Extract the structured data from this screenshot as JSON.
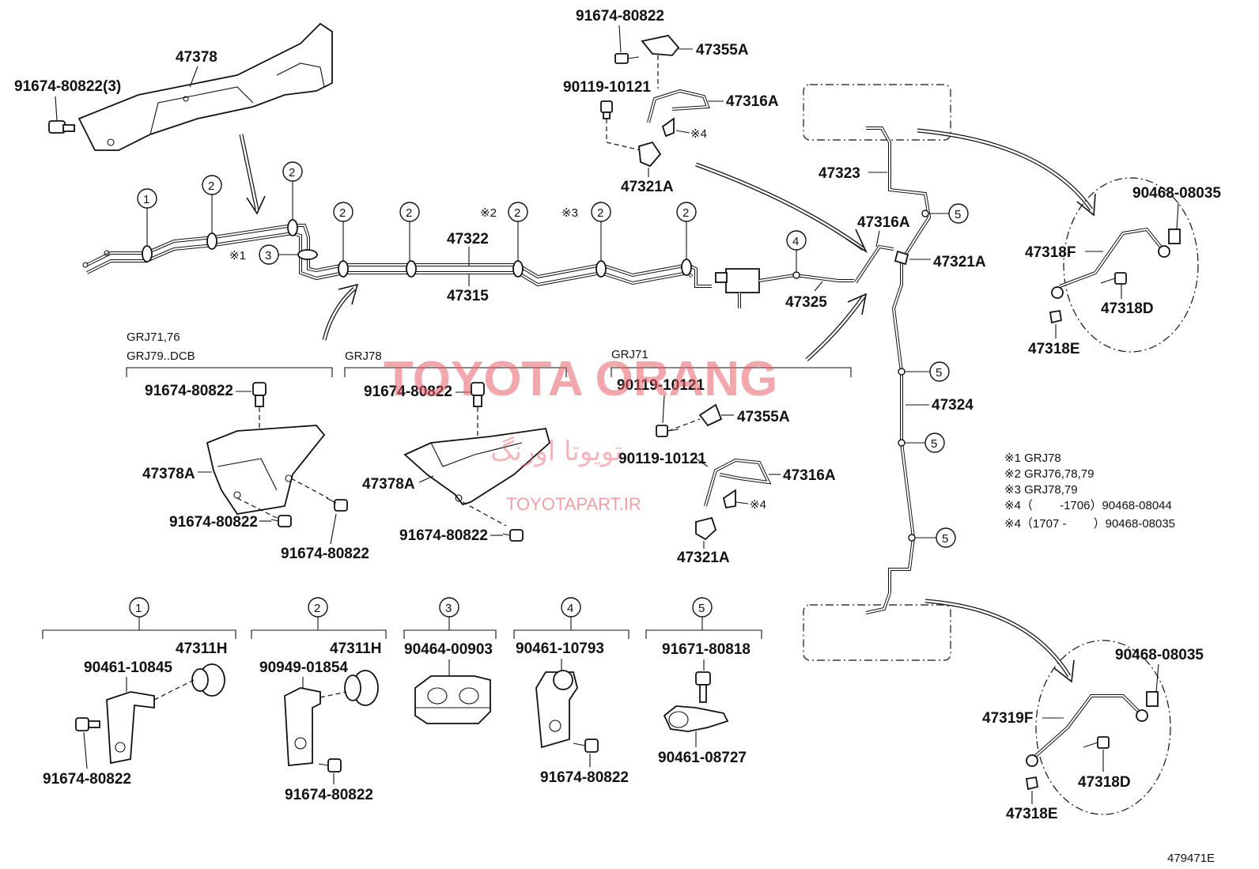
{
  "labels": {
    "l47378": "47378",
    "bolt_top3": "91674-80822(3)",
    "l91674_top": "91674-80822",
    "l47355A_top": "47355A",
    "l90119_top": "90119-10121",
    "l47316A_top": "47316A",
    "note4_top": "※4",
    "l47321A_top": "47321A",
    "l47322": "47322",
    "l47315": "47315",
    "note1": "※1",
    "note2": "※2",
    "note3": "※3",
    "l47323": "47323",
    "l47316A_mid": "47316A",
    "l47321A_mid": "47321A",
    "l47325": "47325",
    "l47324": "47324",
    "l90468_08035_a": "90468-08035",
    "l47318F": "47318F",
    "l47318D_a": "47318D",
    "l47318E_a": "47318E",
    "l90468_08035_b": "90468-08035",
    "l47319F": "47319F",
    "l47318D_b": "47318D",
    "l47318E_b": "47318E",
    "group_a_line1": "GRJ71,76",
    "group_a_line2": "GRJ79..DCB",
    "group_b": "GRJ78",
    "group_c": "GRJ71",
    "a_bolt1": "91674-80822",
    "a_part": "47378A",
    "a_bolt2": "91674-80822",
    "a_bolt3": "91674-80822",
    "b_bolt1": "91674-80822",
    "b_part": "47378A",
    "b_bolt2": "91674-80822",
    "c_90119_a": "90119-10121",
    "c_47355A": "47355A",
    "c_90119_b": "90119-10121",
    "c_47316A": "47316A",
    "c_note4": "※4",
    "c_47321A": "47321A",
    "k1_47311H": "47311H",
    "k1_90461": "90461-10845",
    "k1_bolt": "91674-80822",
    "k2_47311H": "47311H",
    "k2_90949": "90949-01854",
    "k2_bolt": "91674-80822",
    "k3_90464": "90464-00903",
    "k4_90461": "90461-10793",
    "k4_bolt": "91674-80822",
    "k5_91671": "91671-80818",
    "k5_90461": "90461-08727",
    "fig_code": "479471E"
  },
  "callouts": {
    "c1": "1",
    "c2": "2",
    "c3": "3",
    "c4": "4",
    "c5": "5"
  },
  "notes": [
    "※1 GRJ78",
    "※2 GRJ76,78,79",
    "※3 GRJ78,79",
    "※4（　　 -1706）90468-08044",
    "※4（1707 -　　 ）90468-08035"
  ],
  "watermarks": {
    "main": "TOYOTA ORANG",
    "persian": "تویوتا اورنگ",
    "url": "TOYOTAPART.IR"
  }
}
